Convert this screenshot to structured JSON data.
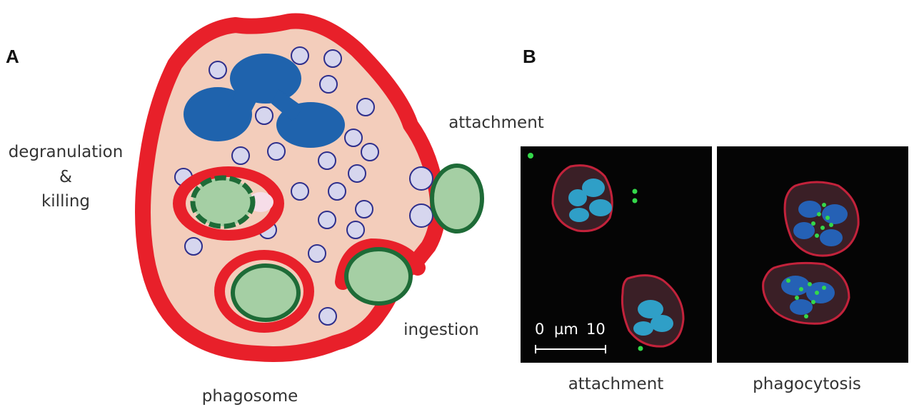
{
  "panel_a": {
    "letter": "A",
    "labels": {
      "degranulation": "degranulation",
      "ampersand": "&",
      "killing": "killing",
      "attachment": "attachment",
      "ingestion": "ingestion",
      "phagosome": "phagosome"
    }
  },
  "panel_b": {
    "letter": "B",
    "left_caption": "attachment",
    "right_caption": "phagocytosis",
    "scale_bar": {
      "zero": "0",
      "unit": "µm",
      "value": "10"
    }
  },
  "colors": {
    "membrane": "#e8202a",
    "cytoplasm": "#f3cdbb",
    "nucleus": "#1f63ad",
    "granule_fill": "#d6d6ee",
    "granule_stroke": "#2e2f8c",
    "bacterium_fill": "#a5cfa4",
    "bacterium_stroke": "#1e6b37",
    "micrograph_bg": "#050505"
  }
}
